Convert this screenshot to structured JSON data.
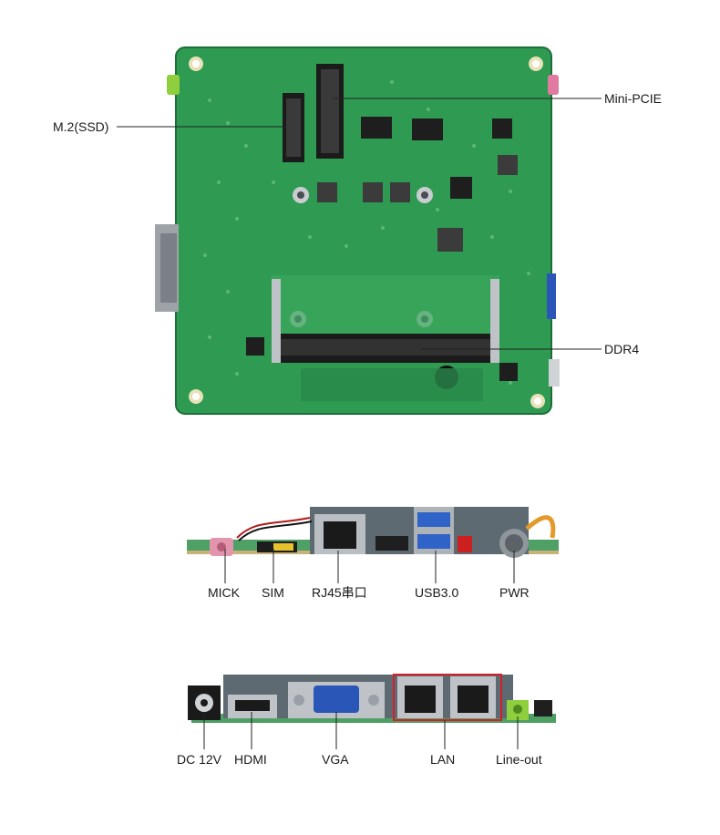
{
  "top_board": {
    "labels": {
      "m2": "M.2(SSD)",
      "mini_pcie": "Mini-PCIE",
      "ddr4": "DDR4"
    }
  },
  "middle_panel": {
    "labels": {
      "mick": "MICK",
      "sim": "SIM",
      "rj45": "RJ45串口",
      "usb": "USB3.0",
      "pwr": "PWR"
    }
  },
  "bottom_panel": {
    "labels": {
      "dc": "DC 12V",
      "hdmi": "HDMI",
      "vga": "VGA",
      "lan": "LAN",
      "lineout": "Line-out"
    }
  },
  "colors": {
    "pcb_green": "#2f9a52",
    "pcb_dark": "#1f7a3d",
    "metal": "#a9adb2",
    "usb_blue": "#2f63c8",
    "lan_box": "#d41f2a"
  }
}
